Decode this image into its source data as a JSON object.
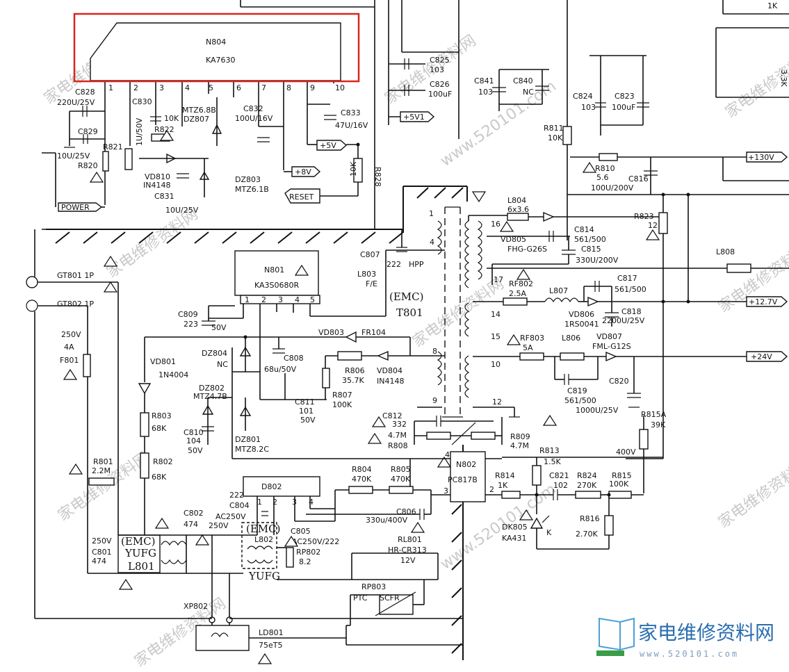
{
  "highlight": {
    "ic_ref": "N804",
    "ic_part": "KA7630",
    "color": "#d9261c"
  },
  "ic_n804_pins": [
    "1",
    "2",
    "3",
    "4",
    "5",
    "6",
    "7",
    "8",
    "9",
    "10"
  ],
  "labels": {
    "c828": [
      "C828",
      "220U/25V"
    ],
    "c829": [
      "C829",
      "10U/25V"
    ],
    "c830": [
      "C830"
    ],
    "c830v": "1U/50V",
    "r822": "R822",
    "r821": "R821",
    "r820": "R820",
    "r822v": "10K",
    "vd810": [
      "VD810",
      "IN4148"
    ],
    "c831": "C831",
    "c831v": "10U/25V",
    "mtz": [
      "MTZ6.8B",
      "DZ807"
    ],
    "c832": [
      "C832",
      "100U/16V"
    ],
    "c833": [
      "C833",
      "47U/16V"
    ],
    "dz803": [
      "DZ803",
      "MTZ6.1B"
    ],
    "r828": "R828",
    "r828v": "10K",
    "power": "POWER",
    "reset": "RESET",
    "v8": "+8V",
    "v5": "+5V",
    "v5v1": "+5V1",
    "c825": [
      "C825",
      "103"
    ],
    "c826": [
      "C826",
      "100uF"
    ],
    "c841": [
      "C841",
      "103"
    ],
    "c840": [
      "C840",
      "NC"
    ],
    "c824": [
      "C824",
      "103"
    ],
    "c823": [
      "C823",
      "100uF"
    ],
    "r811": [
      "R811",
      "10K"
    ],
    "r810": [
      "R810",
      "5.6"
    ],
    "c816": [
      "C816",
      "100U/200V"
    ],
    "v130": "+130V",
    "top_1k": "1K",
    "top_33k": "3.3K",
    "gt801": "GT801  1P",
    "gt802": "GT802  1P",
    "f801": [
      "250V",
      "4A",
      "F801"
    ],
    "n801": [
      "N801",
      "KA3S0680R"
    ],
    "n801_pins": [
      "1",
      "2",
      "3",
      "4",
      "5"
    ],
    "c809": [
      "C809",
      "223"
    ],
    "c809v": "50V",
    "vd803": "VD803",
    "fr104": "FR104",
    "dz804": [
      "DZ804",
      "NC"
    ],
    "c808": [
      "C808",
      "68u/50V"
    ],
    "r806": [
      "R806",
      "35.7K"
    ],
    "vd804": [
      "VD804",
      "IN4148"
    ],
    "r807": [
      "R807",
      "100K"
    ],
    "c811": [
      "C811",
      "101",
      "50V"
    ],
    "vd801": [
      "VD801",
      "1N4004"
    ],
    "dz802": [
      "DZ802",
      "MTZ4.7B"
    ],
    "c810": [
      "C810",
      "104",
      "50V"
    ],
    "dz801": [
      "DZ801",
      "MTZ8.2C"
    ],
    "r803": [
      "R803",
      "68K"
    ],
    "r802": [
      "R802",
      "68K"
    ],
    "r801": [
      "R801",
      "2.2M"
    ],
    "c807": [
      "C807",
      "222"
    ],
    "hpp": "HPP",
    "l803": [
      "L803",
      "F/E"
    ],
    "emc": "(EMC)",
    "t801": "T801",
    "pins_t": [
      "1",
      "4",
      "8",
      "9",
      "16",
      "17",
      "14",
      "15",
      "10",
      "12"
    ],
    "l804": [
      "L804",
      "6x3.6"
    ],
    "vd805": [
      "VD805",
      "FHG-G26S"
    ],
    "c814": [
      "C814",
      "561/500"
    ],
    "c815": [
      "C815",
      "330U/200V"
    ],
    "r823": [
      "R823",
      "12"
    ],
    "l808": "L808",
    "rf802": [
      "RF802",
      "2.5A"
    ],
    "l807": "L807",
    "c817": [
      "C817",
      "561/500"
    ],
    "vd806": [
      "VD806",
      "1RS0041"
    ],
    "c818": [
      "C818",
      "2200U/25V"
    ],
    "v127": "+12.7V",
    "rf803": [
      "RF803",
      "5A"
    ],
    "l806": "L806",
    "vd807": [
      "VD807",
      "FML-G12S"
    ],
    "v24": "+24V",
    "c819": [
      "C819",
      "561/500"
    ],
    "c820": [
      "C820",
      "1000U/25V"
    ],
    "r815a": [
      "R815A",
      "39K"
    ],
    "v400": "400V",
    "c812": [
      "C812",
      "332"
    ],
    "r808": [
      "4.7M",
      "R808"
    ],
    "r809": [
      "R809",
      "4.7M"
    ],
    "n802": [
      "N802",
      "PC817B"
    ],
    "n802_pins": [
      "4",
      "3",
      "2"
    ],
    "r813": [
      "R813",
      "1.5K"
    ],
    "r814": [
      "R814",
      "1K"
    ],
    "c821": [
      "C821",
      "102"
    ],
    "r824": [
      "R824",
      "270K"
    ],
    "r815": [
      "R815",
      "100K"
    ],
    "r816": [
      "R816",
      "2.70K"
    ],
    "dk805": [
      "DK805",
      "KA431"
    ],
    "k": "K",
    "r804": [
      "R804",
      "470K"
    ],
    "r805": [
      "R805",
      "470K"
    ],
    "c806": [
      "C806",
      "330u/400V"
    ],
    "d802": "D802",
    "d802_pins": [
      "1",
      "2",
      "3",
      "4"
    ],
    "c804": [
      "222",
      "C804",
      "AC250V"
    ],
    "c802": [
      "C802",
      "474",
      "250V"
    ],
    "c801": [
      "250V",
      "C801",
      "474"
    ],
    "yufg": "YUFG",
    "l801": "L801",
    "emc2": "(EMC)",
    "emc3": "(EMC)",
    "l802": "L802",
    "yufg2": "YUFG",
    "c805": [
      "C805",
      "AC250V/222"
    ],
    "rp802": [
      "RP802",
      "8.2"
    ],
    "rl801": [
      "RL801",
      "HR-CR313",
      "12V"
    ],
    "rp803": [
      "RP803",
      "PTC",
      "SCFR"
    ],
    "xp802": "XP802",
    "ld801": [
      "LD801",
      "75eT5"
    ]
  },
  "logo": {
    "text": "家电维修资料网",
    "url": "www.520101.com"
  },
  "watermarks": [
    "家电维修资料网",
    "www.520101.com"
  ]
}
